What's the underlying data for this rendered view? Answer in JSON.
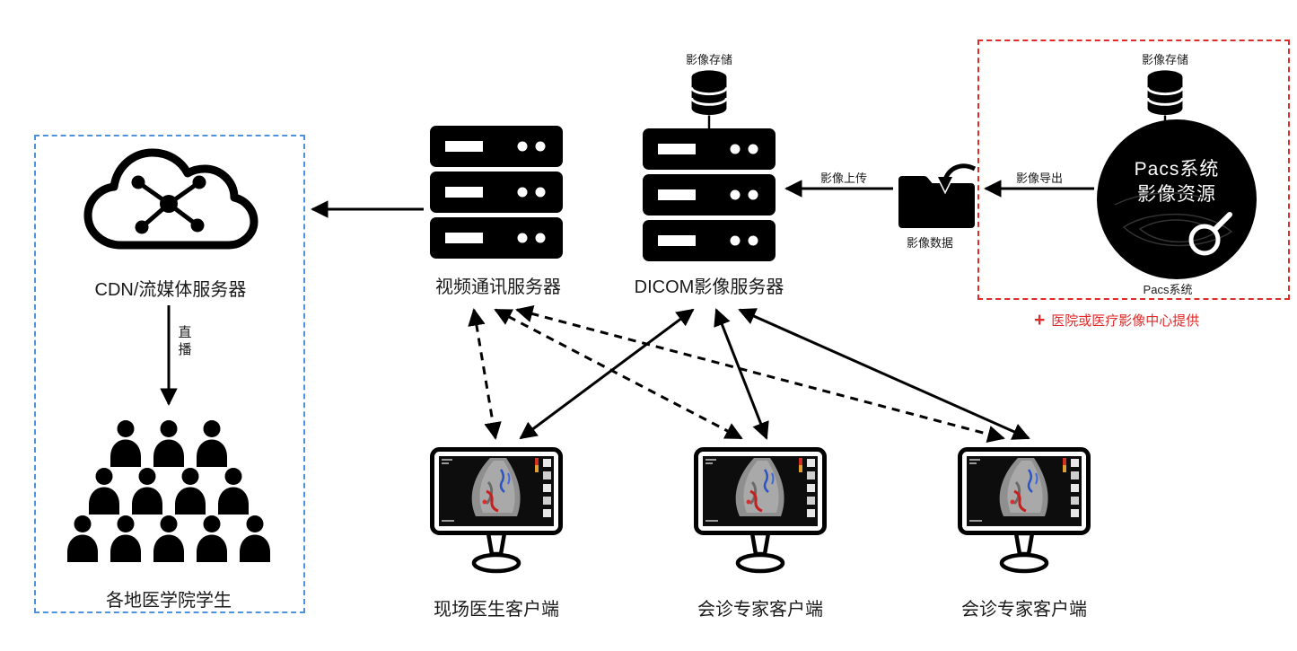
{
  "colors": {
    "red_accent": "#e02b2b",
    "blue_accent": "#4f93dd",
    "black": "#000000"
  },
  "pacs": {
    "storage_label": "影像存储",
    "circle_title": "Pacs系统",
    "circle_subtitle": "影像资源",
    "caption": "Pacs系统",
    "note_plus": "+",
    "note_text": "医院或医疗影像中心提供"
  },
  "dicom": {
    "storage_label": "影像存储",
    "label": "DICOM影像服务器"
  },
  "video_server": {
    "label": "视频通讯服务器"
  },
  "cdn": {
    "label": "CDN/流媒体服务器"
  },
  "students": {
    "label": "各地医学院学生"
  },
  "live_label": "直播",
  "folder": {
    "label": "影像数据"
  },
  "flow_labels": {
    "export": "影像导出",
    "upload": "影像上传"
  },
  "clients": [
    {
      "label": "现场医生客户端"
    },
    {
      "label": "会诊专家客户端"
    },
    {
      "label": "会诊专家客户端"
    }
  ],
  "icons": {
    "database": "database-cylinder-icon",
    "server": "server-rack-icon",
    "cloud": "cloud-network-icon",
    "folder": "folder-import-icon",
    "person": "person-icon",
    "monitor": "ultrasound-monitor-icon",
    "magnifier": "magnifier-icon"
  }
}
